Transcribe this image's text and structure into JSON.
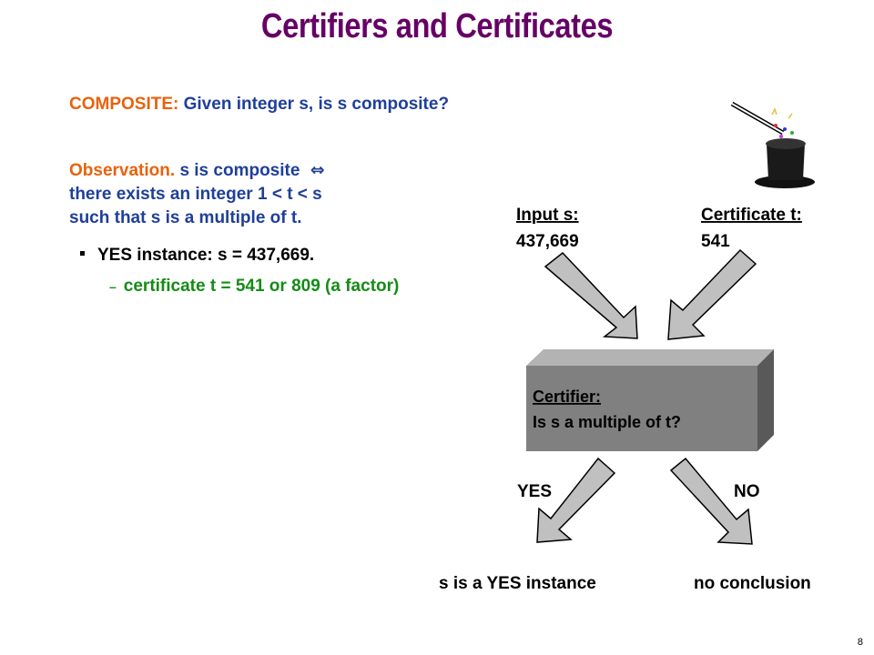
{
  "slide": {
    "title": "Certifiers and Certificates",
    "page_number": "8"
  },
  "composite": {
    "label": "COMPOSITE:",
    "text": "Given integer s, is s composite?"
  },
  "observation": {
    "label": "Observation.",
    "line1": "s is composite",
    "iff_symbol": "⇔",
    "line2": "there exists an integer 1 < t < s",
    "line3": "such that s is a multiple of t."
  },
  "yes_instance": {
    "text": "YES instance:  s = 437,669.",
    "certificate": "certificate t = 541 or 809 (a factor)",
    "dash": "–"
  },
  "diagram": {
    "input_label": "Input s:",
    "input_value": "437,669",
    "cert_label": "Certificate t:",
    "cert_value": "541",
    "certifier_label": "Certifier:",
    "certifier_question": "Is s a multiple of t?",
    "yes_label": "YES",
    "no_label": "NO",
    "yes_result": "s is a YES instance",
    "no_result": "no conclusion",
    "box_colors": {
      "front": "#808080",
      "top": "#b3b3b3",
      "side": "#595959"
    },
    "arrow_color": "#c0c0c0"
  },
  "icons": {
    "magic_hat": "magic-hat-icon"
  }
}
